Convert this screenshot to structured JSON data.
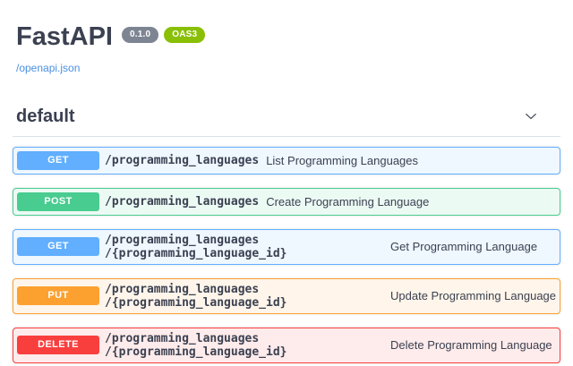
{
  "header": {
    "title": "FastAPI",
    "version_badge": "0.1.0",
    "spec_badge": "OAS3",
    "spec_link": "/openapi.json"
  },
  "section": {
    "title": "default"
  },
  "colors": {
    "get": "#61affe",
    "post": "#49cc90",
    "put": "#fca130",
    "delete": "#f93e3e",
    "version_badge_bg": "#7d8492",
    "spec_badge_bg": "#89bf04",
    "link": "#4990e2",
    "heading_text": "#3b4151"
  },
  "operations": [
    {
      "method": "GET",
      "path": "/programming_languages",
      "description": "List Programming Languages"
    },
    {
      "method": "POST",
      "path": "/programming_languages",
      "description": "Create Programming Language"
    },
    {
      "method": "GET",
      "path": "/programming_languages\n/{programming_language_id}",
      "description": "Get Programming Language"
    },
    {
      "method": "PUT",
      "path": "/programming_languages\n/{programming_language_id}",
      "description": "Update Programming Language"
    },
    {
      "method": "DELETE",
      "path": "/programming_languages\n/{programming_language_id}",
      "description": "Delete Programming Language"
    }
  ]
}
